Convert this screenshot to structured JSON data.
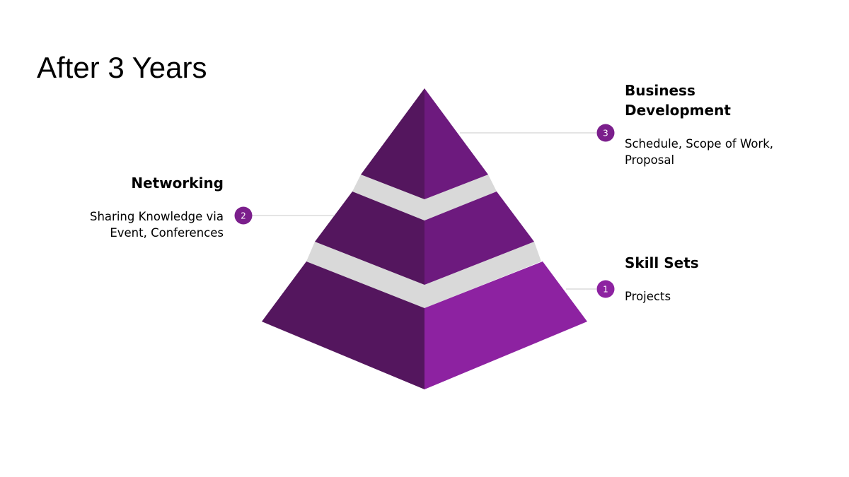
{
  "title": "After 3 Years",
  "colors": {
    "tier_dark": "#54165e",
    "tier_top_right": "#6d1a7e",
    "tier_middle_right": "#6d1a7e",
    "tier_bottom_right": "#8d22a1",
    "separator": "#d9d9d9",
    "connector": "#c8c8c8",
    "badge": "#7b1f8c"
  },
  "levels": [
    {
      "number": "3",
      "heading": "Business Development",
      "description": "Schedule, Scope of Work, Proposal"
    },
    {
      "number": "2",
      "heading": "Networking",
      "description": "Sharing Knowledge via Event, Conferences"
    },
    {
      "number": "1",
      "heading": "Skill Sets",
      "description": "Projects"
    }
  ]
}
